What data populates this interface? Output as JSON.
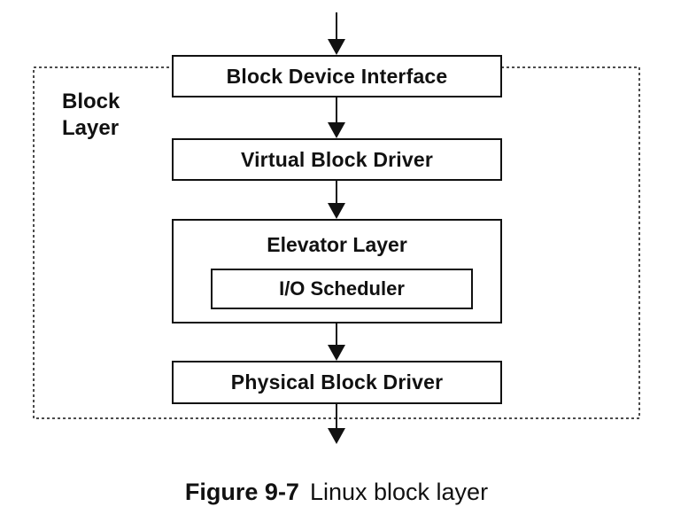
{
  "region": {
    "label_line1": "Block",
    "label_line2": "Layer"
  },
  "boxes": {
    "block_device_interface": "Block Device Interface",
    "virtual_block_driver": "Virtual Block Driver",
    "elevator_layer": "Elevator Layer",
    "io_scheduler": "I/O Scheduler",
    "physical_block_driver": "Physical Block Driver"
  },
  "caption": {
    "figure_number": "Figure 9-7",
    "text": "Linux block layer"
  },
  "colors": {
    "stroke": "#111111",
    "background": "#ffffff"
  }
}
